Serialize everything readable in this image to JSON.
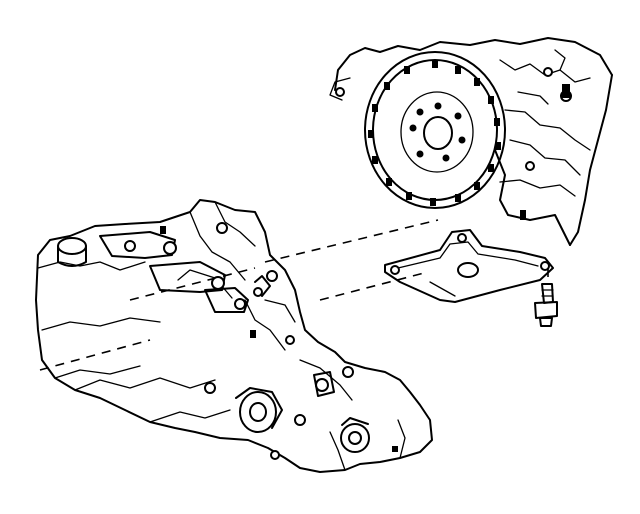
{
  "figure": {
    "background": "#ffffff",
    "ink": "#000000",
    "parts": [
      "engine-block",
      "flywheel",
      "transaxle",
      "mounting-bracket",
      "mounting-bolt"
    ]
  }
}
